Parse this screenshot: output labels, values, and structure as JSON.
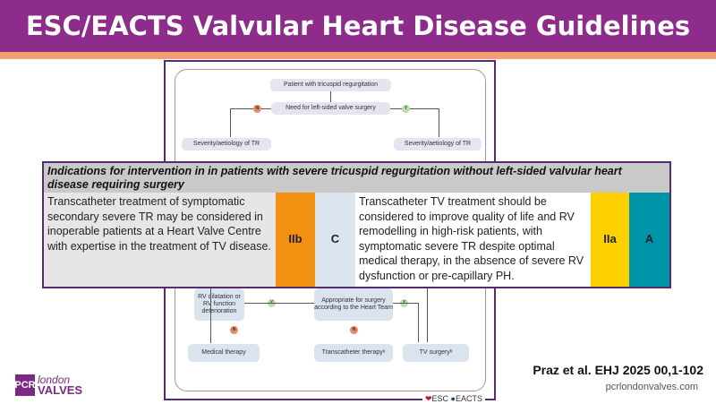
{
  "header": {
    "title": "ESC/EACTS Valvular Heart Disease Guidelines"
  },
  "flowchart": {
    "start": "Patient with tricuspid regurgitation",
    "need": "Need for left-sided valve surgery",
    "sev_left": "Severity/aetiology of TR",
    "sev_right": "Severity/aetiology of TR",
    "rv": "RV dilatation or RV function deterioration",
    "appropriate": "Appropriate for surgery according to the Heart Team",
    "medical": "Medical therapy",
    "transcatheter": "Transcatheter therapyᵃ",
    "tv_surgery": "TV surgeryᵇ",
    "no": "N",
    "yes": "Y",
    "logo_esc": "ESC",
    "logo_eacts": "EACTS"
  },
  "table": {
    "title": "Indications for intervention in in patients with severe tricuspid regurgitation without left-sided valvular heart disease requiring surgery",
    "rec1": {
      "text": "Transcatheter treatment of symptomatic secondary severe TR may be considered in inoperable patients at a Heart Valve Centre with expertise in the treatment of TV disease.",
      "class": "IIb",
      "level": "C"
    },
    "rec2": {
      "text": "Transcatheter TV treatment should be considered to improve quality of life and RV remodelling in high-risk patients, with symptomatic severe TR despite optimal medical therapy, in the absence of severe RV dysfunction or pre-capillary PH.",
      "class": "IIa",
      "level": "A"
    }
  },
  "footer": {
    "citation": "Praz et al. EHJ 2025 00,1-102",
    "website": "pcrlondonvalves.com",
    "logo_pcr": "PCR",
    "logo_london": "london",
    "logo_valves": "VALVES"
  },
  "colors": {
    "header": "#8e2c8c",
    "IIb": "#f39212",
    "C": "#dbe4ef",
    "IIa": "#ffd000",
    "A": "#0094a8"
  }
}
